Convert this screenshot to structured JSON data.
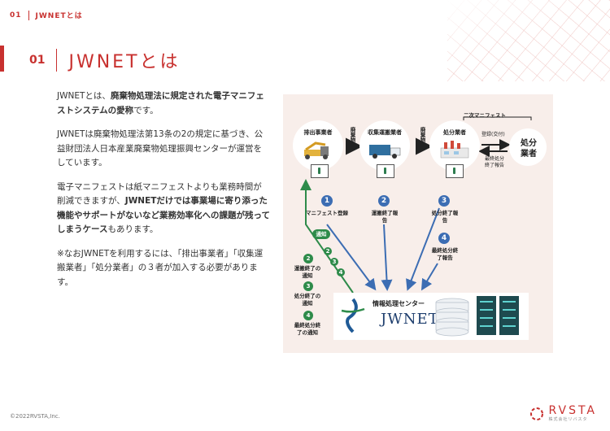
{
  "header": {
    "section_no": "01",
    "section_title": "JWNETとは"
  },
  "title": {
    "number": "01",
    "text": "JWNETとは"
  },
  "body": {
    "p1_a": "JWNETとは、",
    "p1_b": "廃棄物処理法に規定された電子マニフェストシステムの愛称",
    "p1_c": "です。",
    "p2": "JWNETは廃棄物処理法第13条の2の規定に基づき、公益財団法人日本産業廃棄物処理振興センターが運営をしています。",
    "p3_a": "電子マニフェストは紙マニフェストよりも業務時間が削減できますが、",
    "p3_b": "JWNETだけでは事業場に寄り添った機能やサポートがないなど業務効率化への課題が残ってしまうケース",
    "p3_c": "もあります。",
    "p4": "※なおJWNETを利用するには、「排出事業者」「収集運搬業者」「処分業者」の３者が加入する必要があります。"
  },
  "diagram": {
    "top_label": "二次マニフェスト",
    "actors": {
      "emitter": "排出事業者",
      "transporter": "収集運搬業者",
      "disposer": "処分業者",
      "disposer2": "処分業者"
    },
    "flow_labels": {
      "waste1": "廃棄物",
      "waste2": "廃棄物"
    },
    "register_label": "登録(交付)",
    "final_report_label": "最終処分終了報告",
    "steps": [
      {
        "no": "1",
        "label": "マニフェスト登録"
      },
      {
        "no": "2",
        "label": "運搬終了報告"
      },
      {
        "no": "3",
        "label": "処分終了報告"
      },
      {
        "no": "4",
        "label": "最終処分終了報告"
      }
    ],
    "notice": "通知",
    "notices": [
      {
        "no": "2",
        "label": "運搬終了の通知"
      },
      {
        "no": "3",
        "label": "処分終了の通知"
      },
      {
        "no": "4",
        "label": "最終処分終了の通知"
      }
    ],
    "chain_badges": [
      "2",
      "3",
      "4"
    ],
    "center_label": "情報処理センター",
    "center_logo": "JWNET",
    "colors": {
      "blue": "#3c6db3",
      "green": "#2e8b4a",
      "accent": "#c8312f"
    }
  },
  "footer": {
    "copyright": "©2022RVSTA,Inc."
  },
  "logo": {
    "name": "RVSTA",
    "sub": "株式会社リバスタ"
  }
}
